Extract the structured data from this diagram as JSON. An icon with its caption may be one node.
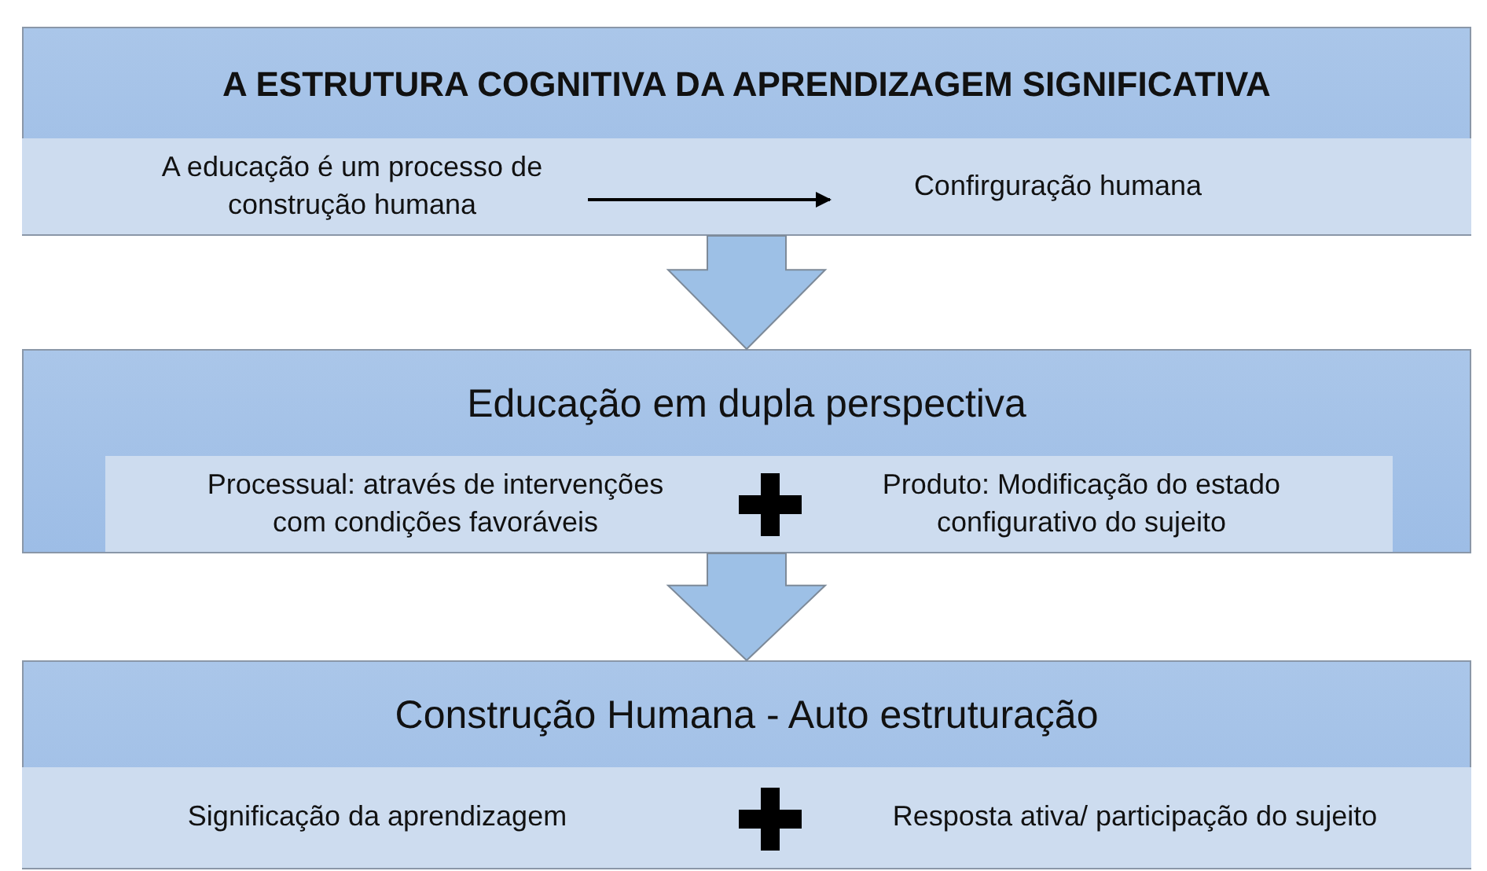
{
  "diagram": {
    "nodes": [
      {
        "text": [
          "A ESTRUTURA COGNITIVA DA APRENDIZAGEM SIGNIFICATIVA"
        ]
      },
      {
        "text": [
          "A educação é um processo de construção humana"
        ],
        "in": 0
      },
      {
        "text": [
          "Confirguração humana"
        ],
        "in": 0
      },
      {
        "text": [
          "Educação em dupla perspectiva"
        ]
      },
      {
        "text": [
          "Processual: através de intervenções com condições favoráveis"
        ],
        "in": 3
      },
      {
        "text": [
          "Produto: Modificação do estado configurativo do sujeito"
        ],
        "in": 3
      },
      {
        "text": [
          "Construção Humana - Auto estruturação"
        ]
      },
      {
        "text": [
          "Significação da aprendizagem"
        ],
        "in": 6
      },
      {
        "text": [
          "Resposta ativa/ participação do sujeito"
        ],
        "in": 6
      }
    ],
    "edges": [
      {
        "from": 0,
        "to": 3,
        "arrow": "to",
        "style": "thick"
      },
      {
        "from": 1,
        "to": 2,
        "arrow": "to"
      },
      {
        "from": 3,
        "to": 6,
        "arrow": "to",
        "style": "thick"
      }
    ]
  }
}
